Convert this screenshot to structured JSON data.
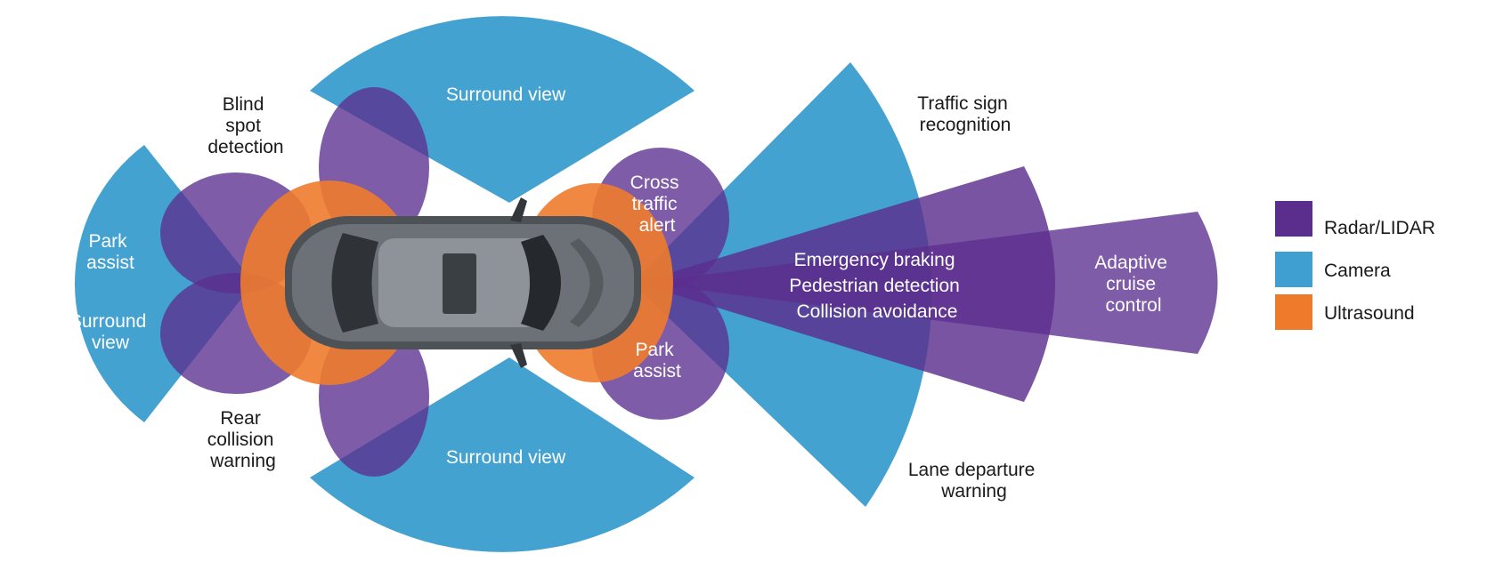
{
  "colors": {
    "radar": "#5B2E8E",
    "camera": "#3E9FD0",
    "ultrasound": "#EE7B2C",
    "car_body": "#4d5257"
  },
  "legend": {
    "radar": "Radar/LIDAR",
    "camera": "Camera",
    "ultrasound": "Ultrasound"
  },
  "labels": {
    "surround_view_top": "Surround view",
    "surround_view_bottom": "Surround view",
    "blind_spot": [
      "Blind",
      "spot",
      "detection"
    ],
    "park_assist_rear": [
      "Park",
      "assist"
    ],
    "surround_view_rear": [
      "Surround",
      "view"
    ],
    "rear_collision": [
      "Rear",
      "collision",
      "warning"
    ],
    "cross_traffic": [
      "Cross",
      "traffic",
      "alert"
    ],
    "park_assist_front": [
      "Park",
      "assist"
    ],
    "traffic_sign": [
      "Traffic sign",
      "recognition"
    ],
    "front_radar": [
      "Emergency braking",
      "Pedestrian detection",
      "Collision avoidance"
    ],
    "lane_departure": [
      "Lane departure",
      "warning"
    ],
    "adaptive_cruise": [
      "Adaptive",
      "cruise",
      "control"
    ]
  }
}
